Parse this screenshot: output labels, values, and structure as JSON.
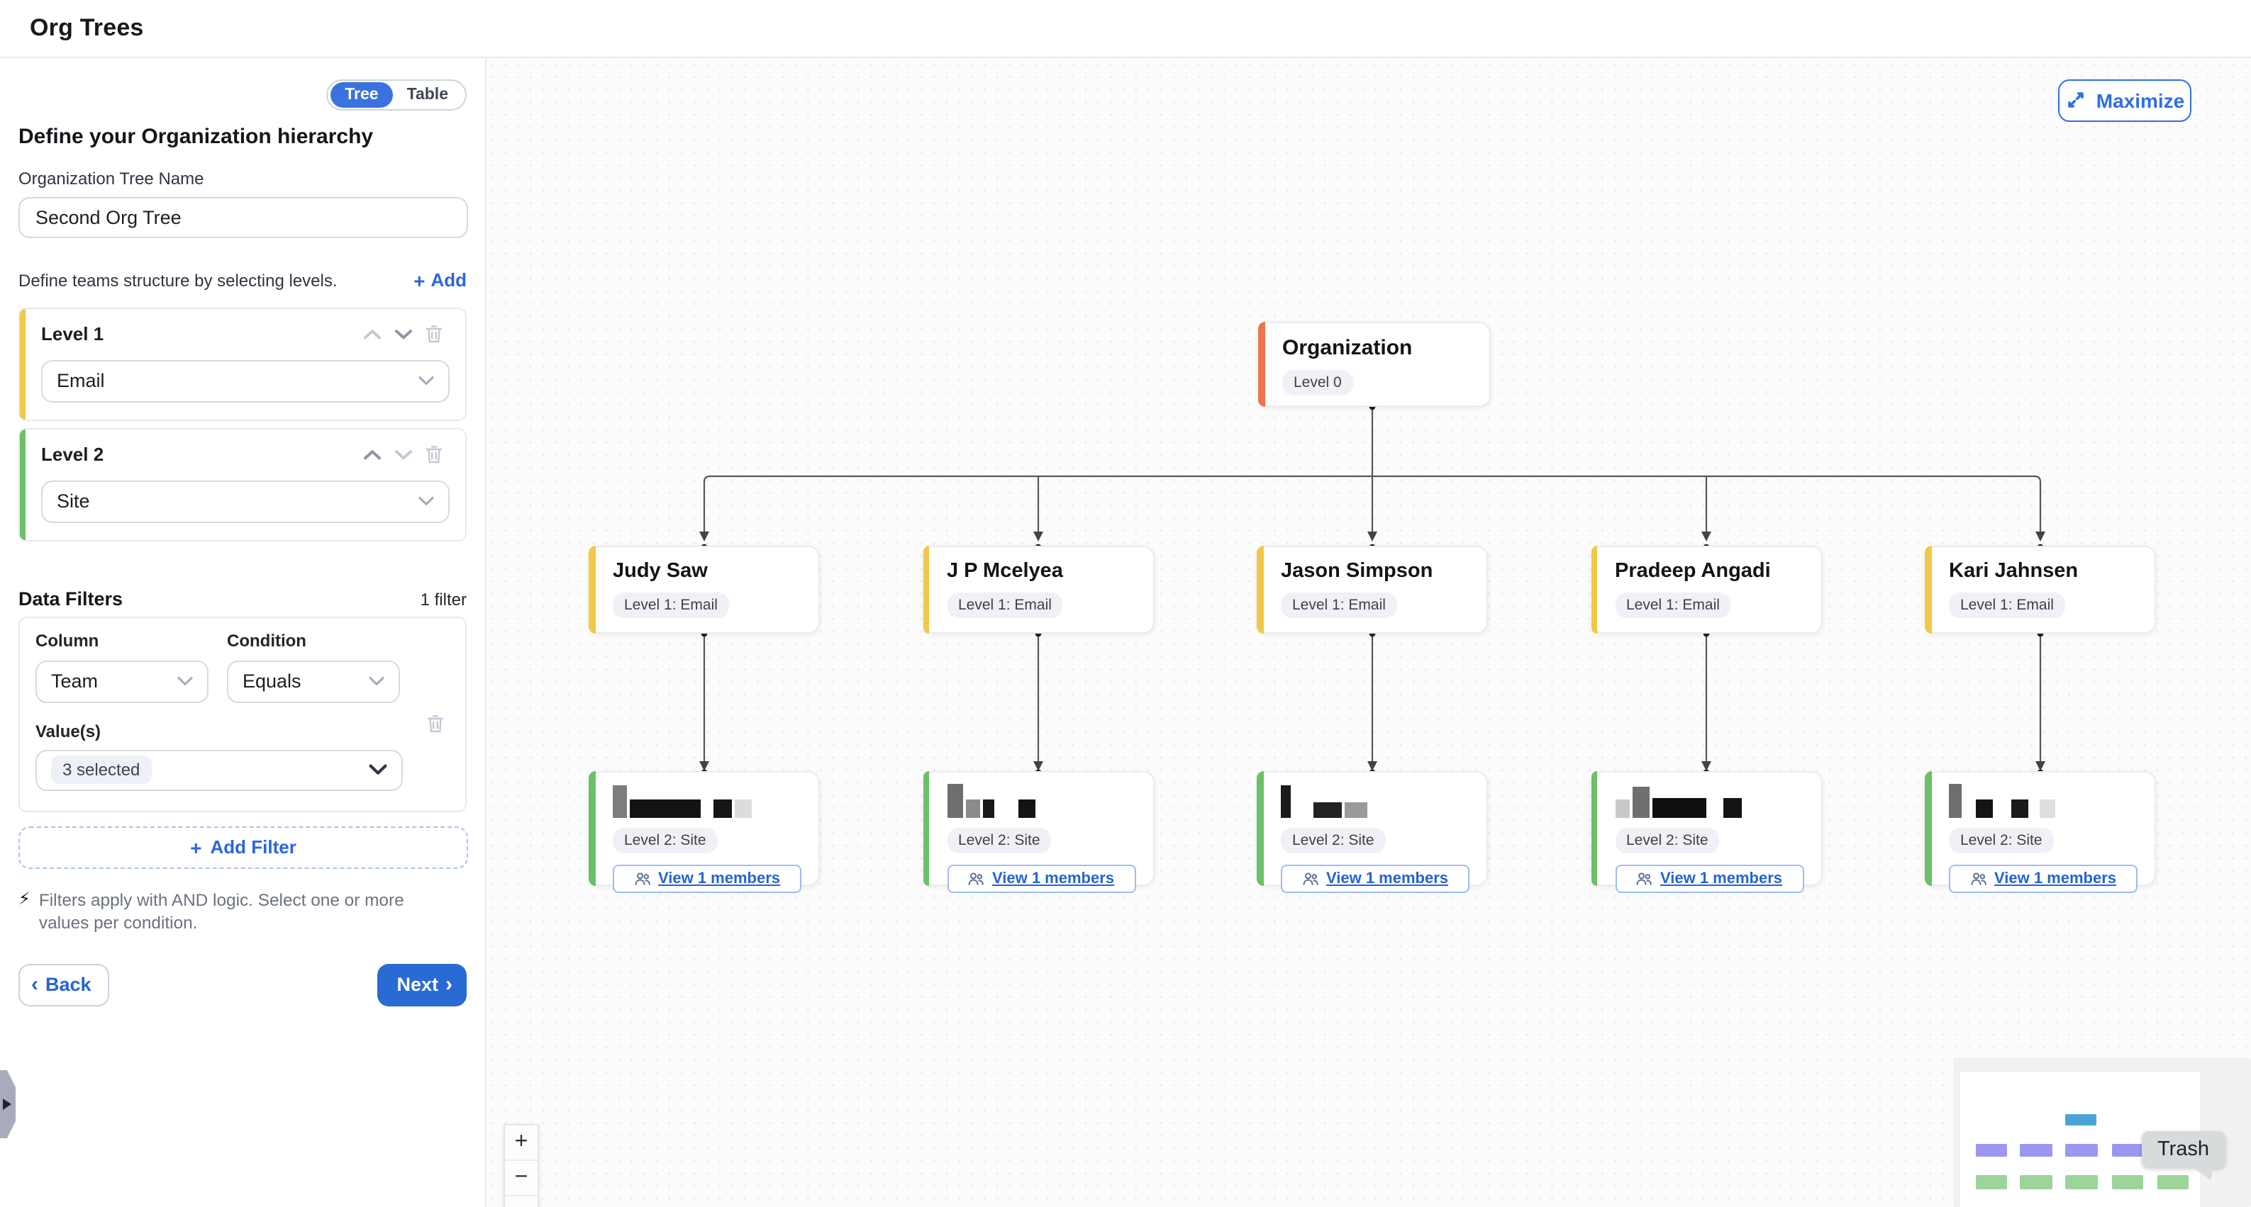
{
  "app": {
    "title": "Org Trees"
  },
  "sidebar": {
    "toggle": {
      "options": [
        "Tree",
        "Table"
      ],
      "active": "Tree"
    },
    "heading": "Define your Organization hierarchy",
    "tree_name_label": "Organization Tree Name",
    "tree_name_value": "Second Org Tree",
    "levels_hint": "Define teams structure by selecting levels.",
    "add_level_label": "Add",
    "levels": [
      {
        "label": "Level 1",
        "selected": "Email",
        "accent": "#F2C84B"
      },
      {
        "label": "Level 2",
        "selected": "Site",
        "accent": "#6CC069"
      }
    ],
    "data_filters": {
      "title": "Data Filters",
      "count": "1 filter",
      "column_label": "Column",
      "column_value": "Team",
      "condition_label": "Condition",
      "condition_value": "Equals",
      "values_label": "Value(s)",
      "values_value": "3 selected",
      "add_filter_label": "Add Filter",
      "note": "Filters apply with AND logic. Select one or more values per condition."
    },
    "back_label": "Back",
    "next_label": "Next"
  },
  "canvas": {
    "maximize_label": "Maximize",
    "root": {
      "title": "Organization",
      "badge": "Level 0"
    },
    "level1_nodes": [
      {
        "title": "Judy Saw",
        "badge": "Level 1: Email"
      },
      {
        "title": "J P Mcelyea",
        "badge": "Level 1: Email"
      },
      {
        "title": "Jason Simpson",
        "badge": "Level 1: Email"
      },
      {
        "title": "Pradeep Angadi",
        "badge": "Level 1: Email"
      },
      {
        "title": "Kari Jahnsen",
        "badge": "Level 1: Email"
      }
    ],
    "level2_nodes": [
      {
        "badge": "Level 2: Site",
        "action": "View 1 members",
        "title_redacted": true
      },
      {
        "badge": "Level 2: Site",
        "action": "View 1 members",
        "title_redacted": true
      },
      {
        "badge": "Level 2: Site",
        "action": "View 1 members",
        "title_redacted": true
      },
      {
        "badge": "Level 2: Site",
        "action": "View 1 members",
        "title_redacted": true
      },
      {
        "badge": "Level 2: Site",
        "action": "View 1 members",
        "title_redacted": true
      }
    ],
    "zoom_in_label": "+",
    "zoom_out_label": "−",
    "tooltip": "Trash"
  },
  "colors": {
    "accent_blue": "#2F6FE0",
    "level1_yellow": "#F2C84B",
    "level2_green": "#6CC069",
    "root_orange": "#F0744A",
    "minimap_root": "#4BA3D8",
    "minimap_level1": "#9B97F0",
    "minimap_level2": "#9CD49A"
  }
}
